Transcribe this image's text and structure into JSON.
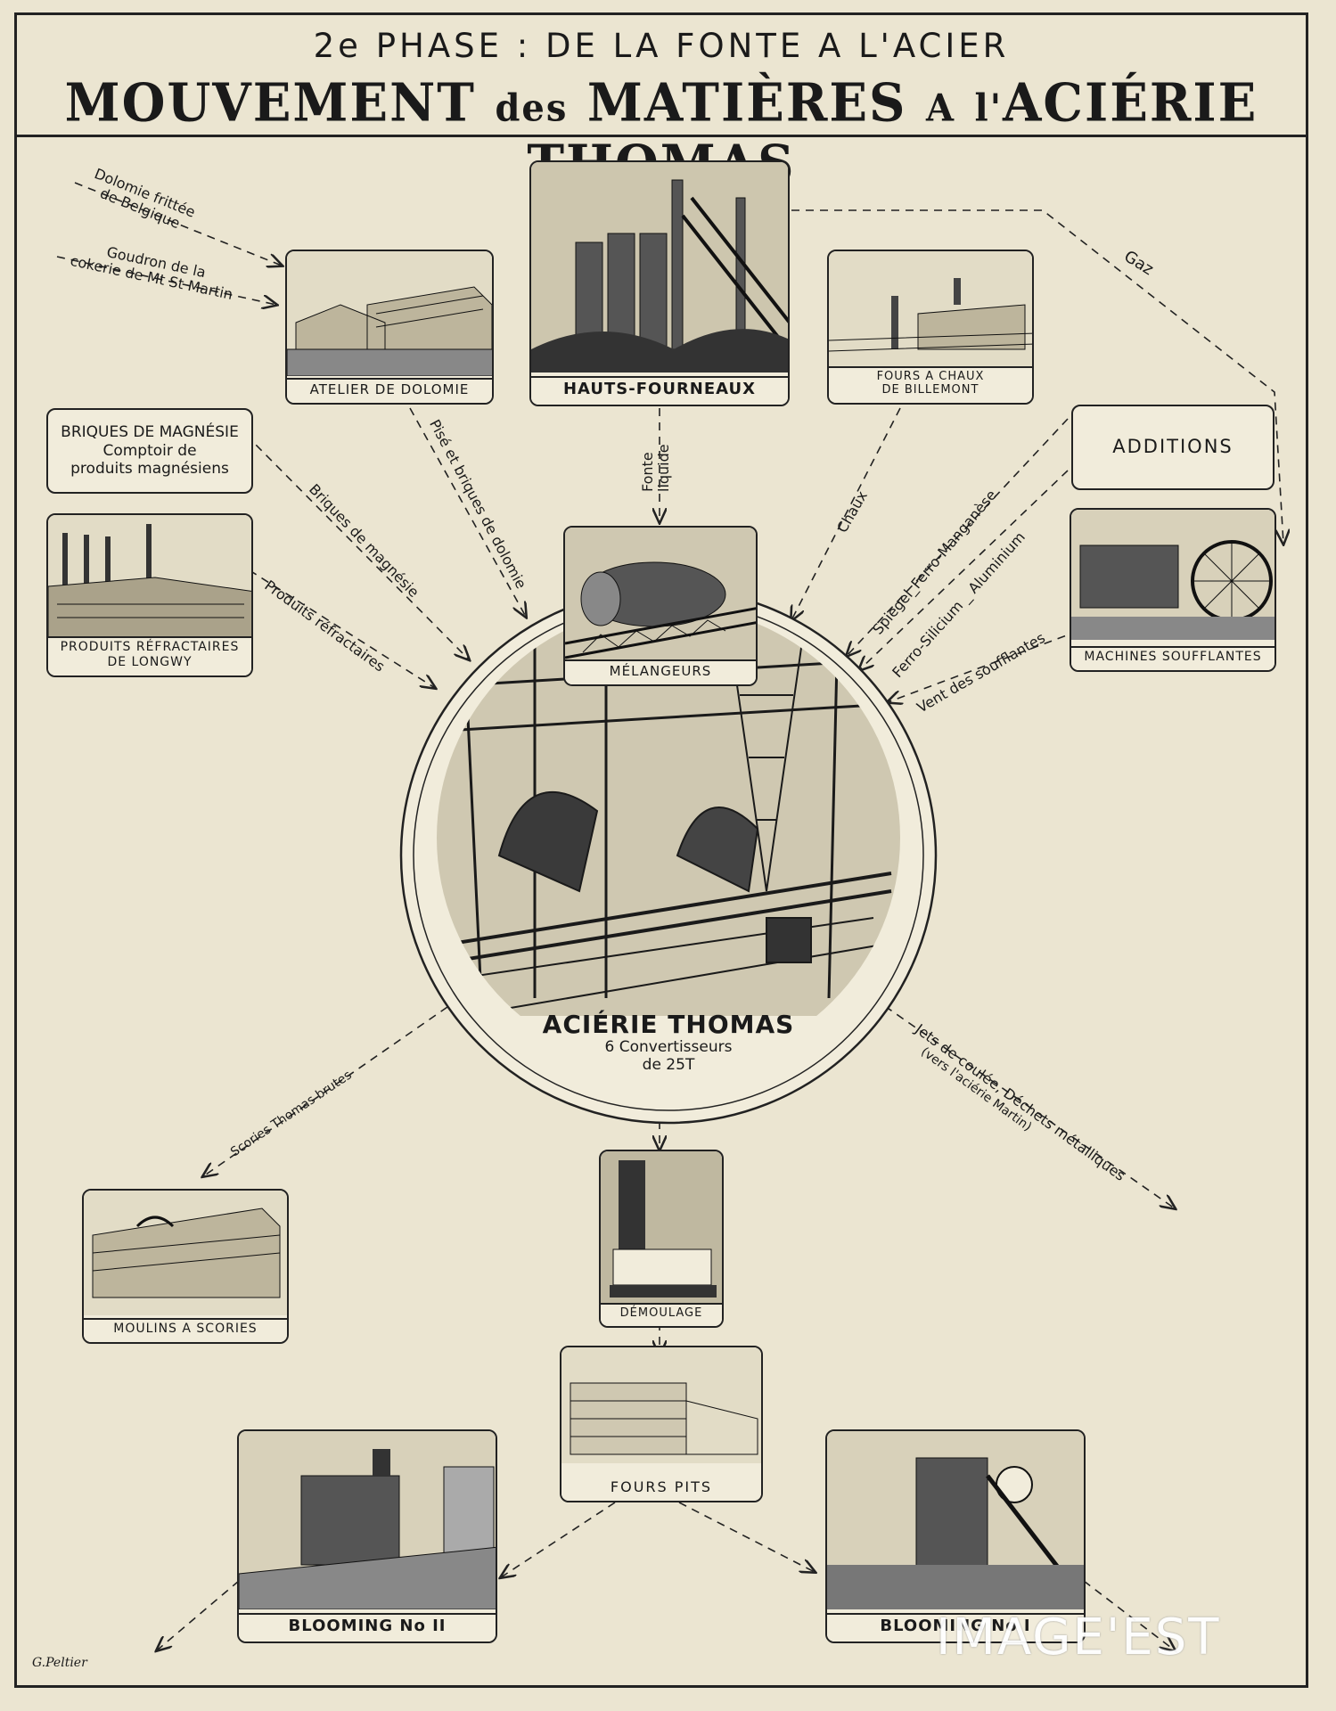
{
  "header": {
    "subtitle": "2e PHASE : DE LA FONTE A L'ACIER",
    "title_a": "MOUVEMENT",
    "title_b": "des",
    "title_c": "MATIÈRES",
    "title_d": "A",
    "title_e": "l'",
    "title_f": "ACIÉRIE THOMAS"
  },
  "nodes": {
    "atelier_dolomie": "ATELIER DE DOLOMIE",
    "hauts_fourneaux": "HAUTS-FOURNEAUX",
    "fours_chaux": "FOURS A CHAUX\nDE BILLEMONT",
    "briques_magnesie": [
      "BRIQUES DE MAGNÉSIE",
      "Comptoir  de",
      "produits magnésiens"
    ],
    "produits_refractaires": "PRODUITS RÉFRACTAIRES\nDE LONGWY",
    "additions": "ADDITIONS",
    "machines_soufflantes": "MACHINES SOUFFLANTES",
    "melangeurs": "MÉLANGEURS",
    "acierie_title": "ACIÉRIE THOMAS",
    "acierie_sub1": "6 Convertisseurs",
    "acierie_sub2": "de 25T",
    "moulins_scories": "MOULINS A SCORIES",
    "demoulage": "DÉMOULAGE",
    "fours_pits": "FOURS   PITS",
    "blooming_2": "BLOOMING  No II",
    "blooming_1": "BLOOMING No I"
  },
  "flows": {
    "dolomie_frittee": [
      "Dolomie frittée",
      "de Belgique"
    ],
    "goudron": [
      "Goudron de la",
      "cokerie de Mt St Martin"
    ],
    "gaz": "Gaz",
    "pise": "Pisé et briques de dolomie",
    "fonte": [
      "Fonte",
      "liquide"
    ],
    "chaux": "Chaux",
    "spiegel": "Spiegel_Ferro-Manganèse",
    "ferro_silicium": "Ferro-Silicium _ Aluminium",
    "vent": "Vent des soufflantes",
    "briques_mag": "Briques de magnésie",
    "produits_ref": "Produits réfractaires",
    "scories": "Scories Thomas brutes",
    "jets": [
      "Jets de coulée, Déchets métalliques",
      "(vers l'aciérie Martin)"
    ]
  },
  "signature": "G.Peltier",
  "watermark": "IMAGE'EST"
}
